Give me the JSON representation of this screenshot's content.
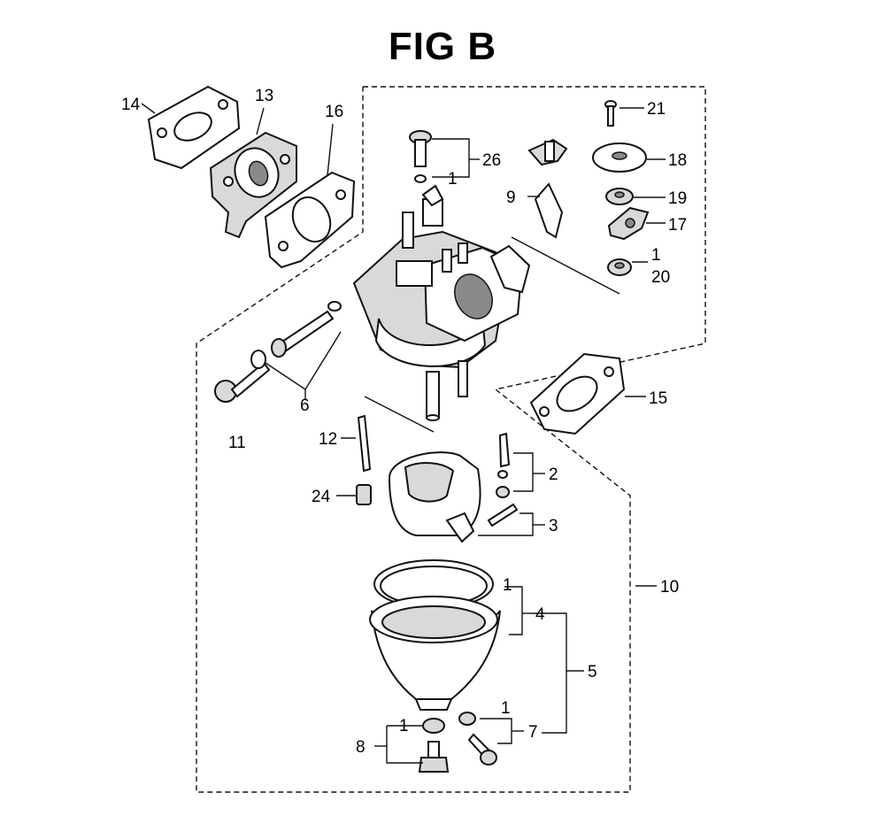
{
  "title": "FIG B",
  "callouts": {
    "c14": "14",
    "c13": "13",
    "c16": "16",
    "c26": "26",
    "c1_26": "1",
    "c21": "21",
    "c18": "18",
    "c9": "9",
    "c19": "19",
    "c17": "17",
    "c1_20": "1",
    "c20": "20",
    "c6": "6",
    "c11": "11",
    "c15": "15",
    "c12": "12",
    "c2": "2",
    "c24": "24",
    "c3": "3",
    "c10": "10",
    "c1_4": "1",
    "c4": "4",
    "c5": "5",
    "c1_8": "1",
    "c8": "8",
    "c1_7": "1",
    "c7": "7"
  }
}
